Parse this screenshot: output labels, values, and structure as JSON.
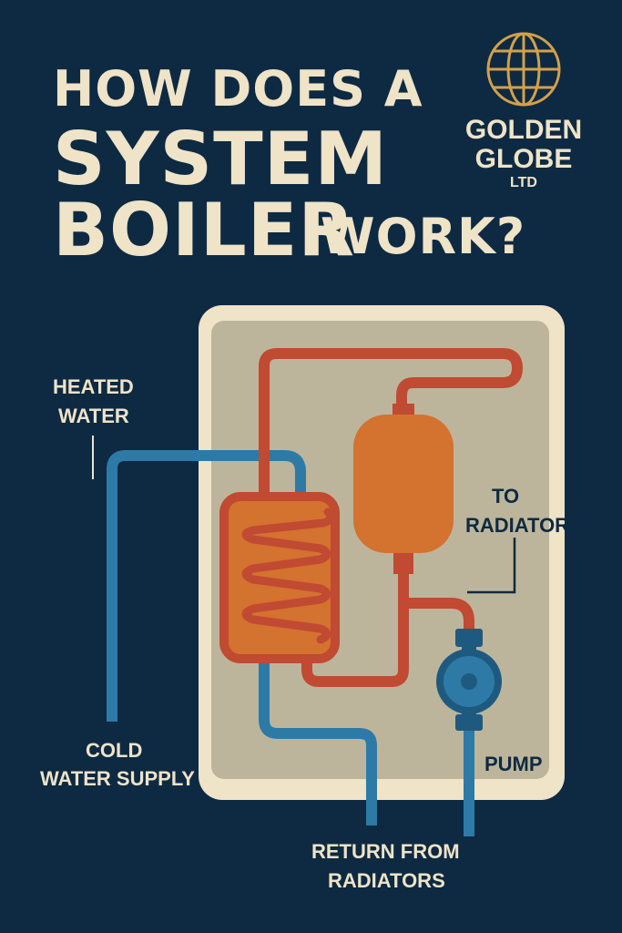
{
  "title": {
    "line1": "HOW DOES A",
    "line2": "SYSTEM",
    "line3": "BOILER",
    "line3_suffix": "WORK?"
  },
  "logo": {
    "line1": "GOLDEN",
    "line2": "GLOBE",
    "line3": "LTD"
  },
  "labels": {
    "heated_water_1": "HEATED",
    "heated_water_2": "WATER",
    "to_radiator_1": "TO",
    "to_radiator_2": "RADIATOR",
    "cold_1": "COLD",
    "cold_2": "WATER SUPPLY",
    "pump": "PUMP",
    "return_1": "RETURN FROM",
    "return_2": "RADIATORS"
  },
  "colors": {
    "background": "#0d2a42",
    "cream": "#efe3c8",
    "panel": "#bdb59b",
    "hot": "#c04a32",
    "tank": "#d4722f",
    "cold": "#2e7aa6",
    "gold": "#d4a04a"
  }
}
